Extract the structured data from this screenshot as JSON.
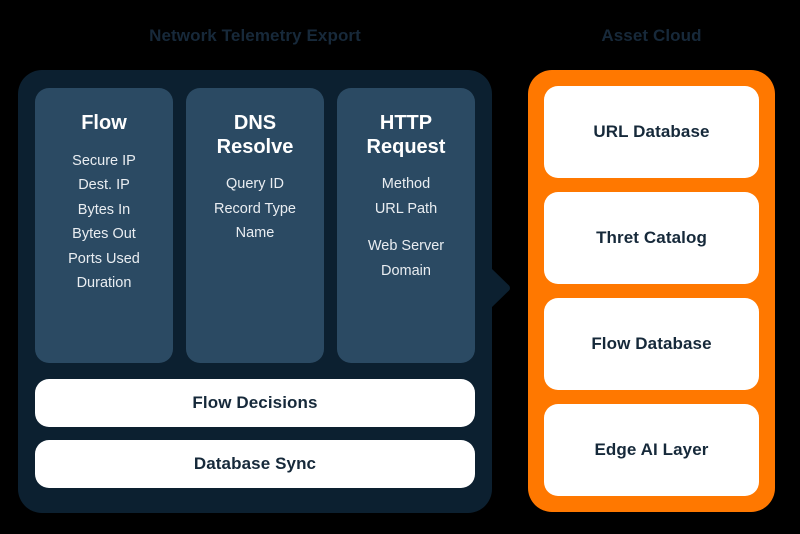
{
  "colors": {
    "background": "#000000",
    "panel_dark": "#0c2030",
    "card_blue": "#2b4a63",
    "accent_orange": "#ff7800",
    "card_white": "#ffffff",
    "text_navy": "#16293a",
    "title_navy": "#17293a"
  },
  "left": {
    "title": "Network Telemetry Export",
    "columns": [
      {
        "title": "Flow",
        "title_lines": [
          "Flow"
        ],
        "fields": [
          "Secure IP",
          "Dest. IP",
          "Bytes In",
          "Bytes Out",
          "Ports Used",
          "Duration"
        ]
      },
      {
        "title": "DNS Resolve",
        "title_lines": [
          "DNS",
          "Resolve"
        ],
        "fields": [
          "Query ID",
          "Record Type",
          "Name"
        ]
      },
      {
        "title": "HTTP Request",
        "title_lines": [
          "HTTP",
          "Request"
        ],
        "fields": [
          "Method",
          "URL Path",
          "Web Server",
          "Domain"
        ]
      }
    ],
    "bars": [
      "Flow Decisions",
      "Database Sync"
    ]
  },
  "connector": {
    "icon": "arrow-right-icon",
    "direction": "right"
  },
  "right": {
    "title": "Asset Cloud",
    "cards": [
      "URL Database",
      "Thret Catalog",
      "Flow Database",
      "Edge AI Layer"
    ]
  }
}
